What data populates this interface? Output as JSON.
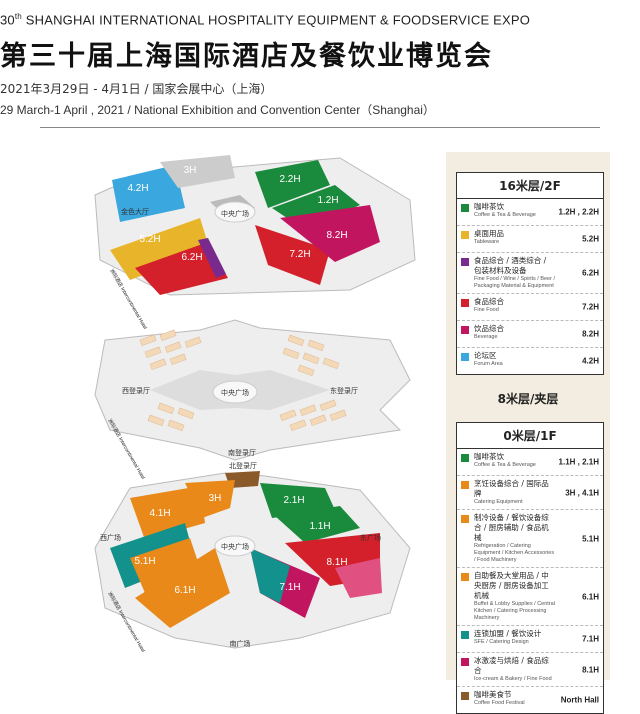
{
  "header": {
    "en_title_prefix": "30",
    "en_title_sup": "th",
    "en_title_rest": " SHANGHAI INTERNATIONAL HOSPITALITY EQUIPMENT & FOODSERVICE EXPO",
    "cn_title": "第三十届上海国际酒店及餐饮业博览会",
    "date_cn": "2021年3月29日 - 4月1日 / 国家会展中心（上海）",
    "date_en": "29 March-1 April , 2021 / National Exhibition and Convention Center（Shanghai）"
  },
  "colors": {
    "green": "#1a8a3c",
    "orange": "#e8891a",
    "yellow": "#e8b52a",
    "red": "#d4202a",
    "magenta": "#c2155f",
    "blue": "#3aa7df",
    "teal": "#13918c",
    "purple": "#7a2a8c",
    "gray": "#c8c8c8",
    "brown": "#8a5a2a",
    "booth": "#f3d9b8"
  },
  "map_2f": {
    "halls": [
      "4.2H",
      "3H",
      "2.2H",
      "1.2H",
      "5.2H",
      "6.2H",
      "7.2H",
      "8.2H"
    ],
    "labels": {
      "center": "中央广场",
      "gold": "金色大厅",
      "hotel": "洲际酒店 Intercontinental Hotel"
    }
  },
  "map_8m": {
    "labels": {
      "center": "中央广场",
      "west": "西登录厅",
      "east": "东登录厅",
      "south": "南登录厅",
      "hotel": "洲际酒店 Intercontinental Hotel"
    }
  },
  "map_1f": {
    "halls": [
      "4.1H",
      "3H",
      "2.1H",
      "1.1H",
      "5.1H",
      "6.1H",
      "7.1H",
      "8.1H"
    ],
    "labels": {
      "north": "北登录厅",
      "center": "中央广场",
      "west": "西广场",
      "east": "东广场",
      "south": "南广场",
      "hotel": "洲际酒店 Intercontinental Hotel"
    }
  },
  "legend": {
    "panel_2f": {
      "title": "16米层/2F",
      "rows": [
        {
          "color": "#1a8a3c",
          "cn": "咖啡茶饮",
          "en": "Coffee & Tea & Beverage",
          "hall": "1.2H , 2.2H"
        },
        {
          "color": "#e8b52a",
          "cn": "桌面用品",
          "en": "Tableware",
          "hall": "5.2H"
        },
        {
          "color": "#7a2a8c",
          "cn": "食品综合 / 酒类综合 / 包装材料及设备",
          "en": "Fine Food / Wine / Spirits / Beer / Packaging Material & Equipment",
          "hall": "6.2H"
        },
        {
          "color": "#d4202a",
          "cn": "食品综合",
          "en": "Fine Food",
          "hall": "7.2H"
        },
        {
          "color": "#c2155f",
          "cn": "饮品综合",
          "en": "Beverage",
          "hall": "8.2H"
        },
        {
          "color": "#3aa7df",
          "cn": "论坛区",
          "en": "Forum Area",
          "hall": "4.2H"
        }
      ]
    },
    "middle": "8米层/夹层",
    "panel_1f": {
      "title": "0米层/1F",
      "rows": [
        {
          "color": "#1a8a3c",
          "cn": "咖啡茶饮",
          "en": "Coffee & Tea & Beverage",
          "hall": "1.1H , 2.1H"
        },
        {
          "color": "#e8891a",
          "cn": "烹饪设备综合 / 国际品牌",
          "en": "Catering Equipment",
          "hall": "3H , 4.1H"
        },
        {
          "color": "#e8891a",
          "cn": "制冷设备 / 餐饮设备综合 / 厨房辅助 / 食品机械",
          "en": "Refrigeration / Catering Equipment / Kitchen Accessories / Food Machinery",
          "hall": "5.1H"
        },
        {
          "color": "#e8891a",
          "cn": "自助餐及大堂用品 / 中央厨房 / 厨房设备加工机械",
          "en": "Buffet & Lobby Supplies / Central Kitchen / Catering Processing Machinery",
          "hall": "6.1H"
        },
        {
          "color": "#13918c",
          "cn": "连锁加盟 / 餐饮设计",
          "en": "SFE / Catering Design",
          "hall": "7.1H"
        },
        {
          "color": "#c2155f",
          "cn": "冰激凌与烘焙 / 食品综合",
          "en": "Ice-cream & Bakery / Fine Food",
          "hall": "8.1H"
        },
        {
          "color": "#8a5a2a",
          "cn": "咖啡美食节",
          "en": "Coffee Food Festival",
          "hall": "North Hall"
        }
      ]
    }
  }
}
